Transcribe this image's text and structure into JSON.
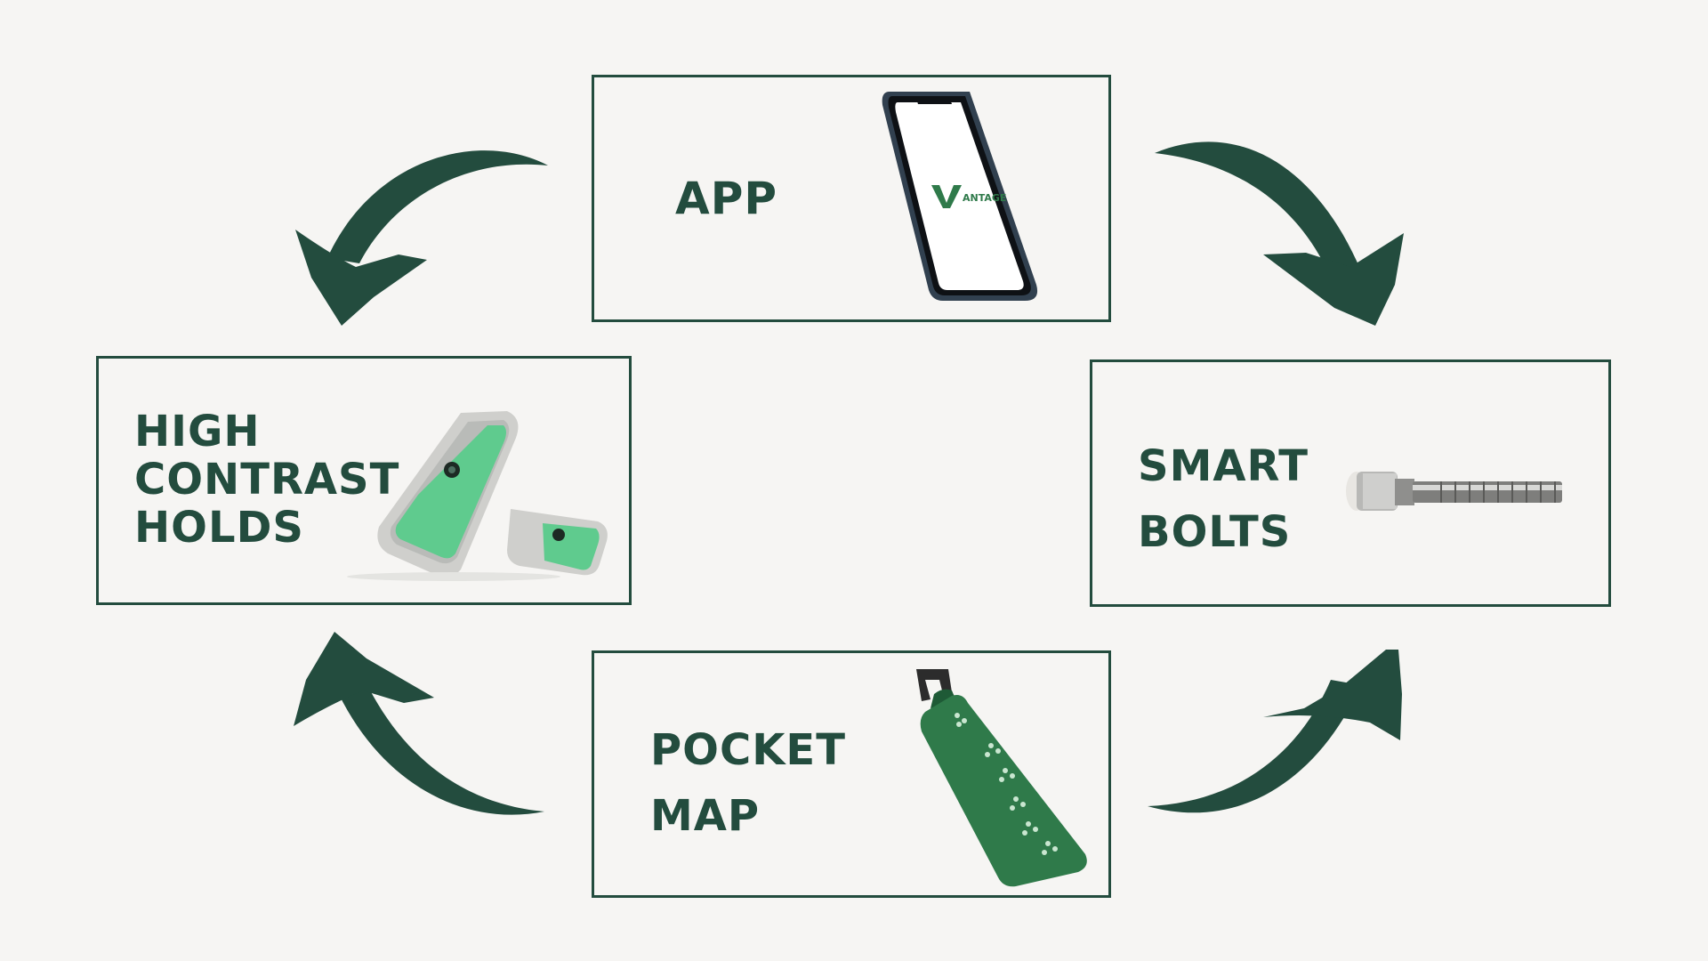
{
  "colors": {
    "primary_dark_green": "#234c3e",
    "accent_green": "#5fcb8e",
    "product_green": "#2f7a4a",
    "background": "#f6f5f3"
  },
  "nodes": {
    "app": {
      "label": "APP",
      "icon": "smartphone-icon",
      "screen_logo_text": "ANTAGE"
    },
    "holds": {
      "label": "HIGH\nCONTRAST\nHOLDS",
      "icon": "climbing-hold-icon"
    },
    "bolts": {
      "label": "SMART\nBOLTS",
      "icon": "bolt-icon"
    },
    "map": {
      "label": "POCKET\nMAP",
      "icon": "pocket-map-icon"
    }
  },
  "flow": [
    {
      "from": "app",
      "to": "holds"
    },
    {
      "from": "app",
      "to": "bolts"
    },
    {
      "from": "map",
      "to": "holds"
    },
    {
      "from": "map",
      "to": "bolts"
    }
  ]
}
